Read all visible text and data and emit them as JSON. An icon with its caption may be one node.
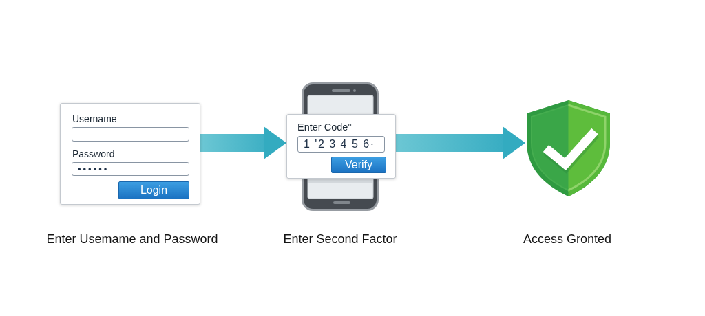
{
  "diagram": {
    "nodes": [
      {
        "text": [
          "Username",
          "Password",
          "••••••",
          "Login"
        ],
        "beside": [
          "Enter Usemame and Password"
        ]
      },
      {
        "text": [],
        "shape": "phone",
        "beside": [
          "Enter Second Factor"
        ]
      },
      {
        "text": [
          "Enter Code°",
          "1 '2 3 4 5 6·",
          "Verify"
        ]
      },
      {
        "text": [],
        "shape": "shield",
        "beside": [
          "Access Gronted"
        ]
      }
    ],
    "edges": [
      {
        "from": 0,
        "to": 2,
        "arrow": "to"
      },
      {
        "from": 2,
        "to": 3,
        "arrow": "to"
      }
    ]
  }
}
